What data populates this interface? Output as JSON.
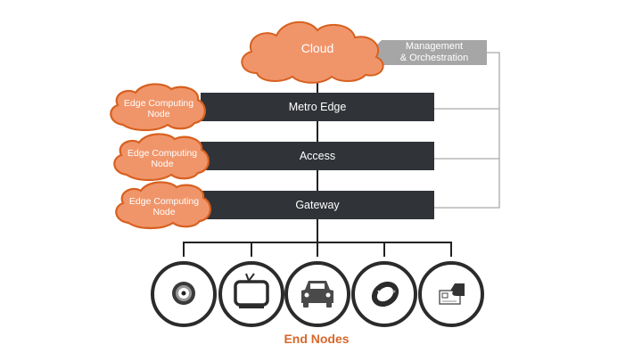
{
  "cloud": {
    "label": "Cloud"
  },
  "management": {
    "line1": "Management",
    "line2": "& Orchestration"
  },
  "layers": [
    {
      "label": "Metro Edge",
      "node_line1": "Edge Computing",
      "node_line2": "Node"
    },
    {
      "label": "Access",
      "node_line1": "Edge Computing",
      "node_line2": "Node"
    },
    {
      "label": "Gateway",
      "node_line1": "Edge Computing",
      "node_line2": "Node"
    }
  ],
  "end_nodes": {
    "title": "End Nodes",
    "devices": [
      {
        "icon": "camera-lens-icon"
      },
      {
        "icon": "tv-icon"
      },
      {
        "icon": "car-icon"
      },
      {
        "icon": "wearable-ring-icon"
      },
      {
        "icon": "card-payment-icon"
      }
    ]
  },
  "colors": {
    "orange": "#f0956a",
    "orange_stroke": "#d8601f",
    "bar": "#303338",
    "mgmt": "#a6a6a6",
    "line": "#222222",
    "title": "#d8682b"
  }
}
